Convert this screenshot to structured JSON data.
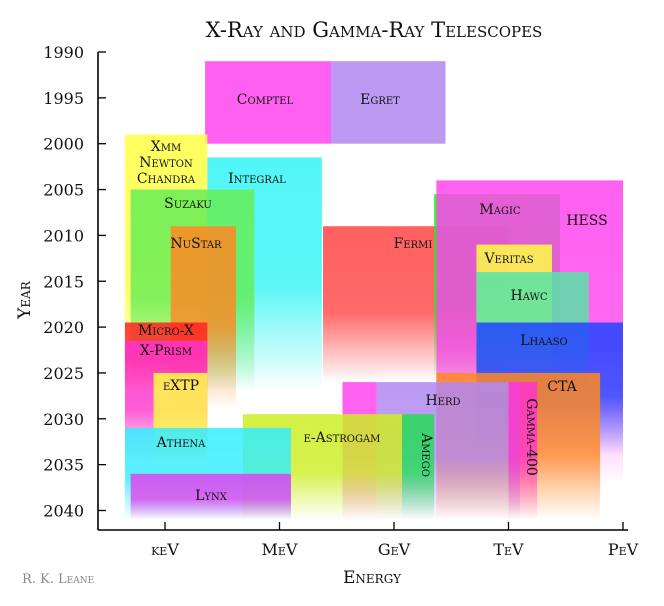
{
  "chart_data": {
    "type": "range-timeline",
    "title": "X-Ray and Gamma-Ray Telescopes",
    "xlabel": "Energy",
    "ylabel": "Year",
    "credit": "R. K. Leane",
    "x_categories": [
      "keV",
      "MeV",
      "GeV",
      "TeV",
      "PeV"
    ],
    "y_ticks": [
      1990,
      1995,
      2000,
      2005,
      2010,
      2015,
      2020,
      2025,
      2030,
      2035,
      2040
    ],
    "ylim": [
      1990,
      2041
    ],
    "x_range": [
      -0.5,
      4.2
    ],
    "grid": false,
    "legend": "none",
    "telescopes": [
      {
        "name": "Comptel",
        "x0": 0.35,
        "x1": 1.45,
        "y0": 1991,
        "y1": 2000,
        "color": "#ff44ee",
        "fade": false
      },
      {
        "name": "Egret",
        "x0": 1.45,
        "x1": 2.45,
        "y0": 1991,
        "y1": 2000,
        "color": "#b088f0",
        "fade": false
      },
      {
        "name": "Xmm",
        "name2": "Newton",
        "name3": "Chandra",
        "x0": -0.35,
        "x1": 0.37,
        "y0": 1999,
        "y1": 2029,
        "color": "#ffff44",
        "fade": true
      },
      {
        "name": "Integral",
        "x0": 0.37,
        "x1": 1.37,
        "y0": 2001.5,
        "y1": 2027,
        "color": "#33f5f5",
        "fade": true
      },
      {
        "name": "Suzaku",
        "x0": -0.3,
        "x1": 0.78,
        "y0": 2005,
        "y1": 2027,
        "color": "#66ee55",
        "fade": true
      },
      {
        "name": "NuStar",
        "x0": 0.05,
        "x1": 0.62,
        "y0": 2009,
        "y1": 2029,
        "color": "#ff8822",
        "fade": true
      },
      {
        "name": "Fermi",
        "x0": 1.38,
        "x1": 3.0,
        "y0": 2009,
        "y1": 2026,
        "color": "#ff4444",
        "fade": true
      },
      {
        "name": "Magic",
        "x0": 2.35,
        "x1": 3.45,
        "y0": 2005.5,
        "y1": 2026,
        "color": "#22ee22",
        "fade": true
      },
      {
        "name": "HESS",
        "x0": 2.37,
        "x1": 4.0,
        "y0": 2004,
        "y1": 2037,
        "color": "#ff44ee",
        "fade": true
      },
      {
        "name": "Veritas",
        "x0": 2.72,
        "x1": 3.38,
        "y0": 2011,
        "y1": 2026,
        "color": "#ffff44",
        "fade": true
      },
      {
        "name": "Hawc",
        "x0": 2.72,
        "x1": 3.7,
        "y0": 2014,
        "y1": 2028,
        "color": "#55e5a5",
        "fade": true
      },
      {
        "name": "Lhaaso",
        "x0": 2.72,
        "x1": 4.0,
        "y0": 2019.5,
        "y1": 2034,
        "color": "#2244ff",
        "fade": true
      },
      {
        "name": "Micro-X",
        "x0": -0.35,
        "x1": 0.37,
        "y0": 2019.5,
        "y1": 2027,
        "color": "#ff2222",
        "fade": true
      },
      {
        "name": "X-Prism",
        "x0": -0.35,
        "x1": 0.37,
        "y0": 2021.5,
        "y1": 2035,
        "color": "#ff33cc",
        "fade": true
      },
      {
        "name": "eXTP",
        "x0": -0.1,
        "x1": 0.37,
        "y0": 2025,
        "y1": 2036,
        "color": "#ffff44",
        "fade": true
      },
      {
        "name": "CTA",
        "x0": 2.37,
        "x1": 3.8,
        "y0": 2025,
        "y1": 2041,
        "color": "#ff8822",
        "fade": true
      },
      {
        "name": "Herd",
        "x0": 1.85,
        "x1": 3.1,
        "y0": 2026,
        "y1": 2041,
        "color": "#b088f0",
        "fade": true
      },
      {
        "name": "Herd-left",
        "label_hidden": true,
        "x0": 1.55,
        "x1": 1.85,
        "y0": 2026,
        "y1": 2041,
        "color": "#ff44ee",
        "fade": true
      },
      {
        "name": "Gamma-400",
        "x0": 3.0,
        "x1": 3.25,
        "y0": 2026,
        "y1": 2041,
        "color": "#ff33cc",
        "fade": true,
        "vertical_label": true
      },
      {
        "name": "e-Astrogam",
        "x0": 0.68,
        "x1": 2.07,
        "y0": 2029.5,
        "y1": 2041,
        "color": "#ccee22",
        "fade": true
      },
      {
        "name": "Amego",
        "x0": 2.07,
        "x1": 2.35,
        "y0": 2029.5,
        "y1": 2041,
        "color": "#22dd55",
        "fade": true,
        "vertical_label": true
      },
      {
        "name": "Athena",
        "x0": -0.35,
        "x1": 1.1,
        "y0": 2031,
        "y1": 2041,
        "color": "#33eeff",
        "fade": true
      },
      {
        "name": "Lynx",
        "x0": -0.3,
        "x1": 1.1,
        "y0": 2036,
        "y1": 2041,
        "color": "#dd44ee",
        "fade": true
      }
    ]
  }
}
